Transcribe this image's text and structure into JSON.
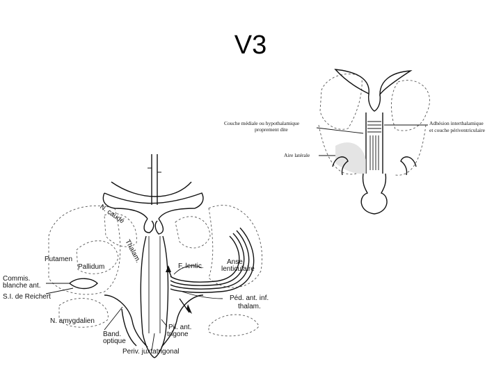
{
  "slide": {
    "title": "V3"
  },
  "top_figure": {
    "labels": {
      "couche_mediale_1": "Couche médiale ou hypothalamique",
      "couche_mediale_2": "proprement dite",
      "adhesion_1": "Adhésion interthalamique",
      "adhesion_2": "et couche périventriculaire",
      "aire_laterale": "Aire latérale"
    }
  },
  "bottom_figure": {
    "labels": {
      "n_caude": "N. caudé",
      "thalam": "Thalam.",
      "putamen": "Putamen",
      "pallidum": "Pallidum",
      "commis_1": "Commis.",
      "commis_2": "blanche ant.",
      "si_reichert": "S.I. de Reichert",
      "n_amygdalien": "N. amygdalien",
      "f_lentic": "F. lentic.",
      "anse_1": "Anse",
      "anse_2": "lenticulaire",
      "ped_1": "Péd. ant. inf.",
      "ped_2": "thalam.",
      "band_1": "Band.",
      "band_2": "optique",
      "pil_1": "Pil. ant.",
      "pil_2": "trigone",
      "periv": "Periv. juxtatrigonal"
    }
  }
}
